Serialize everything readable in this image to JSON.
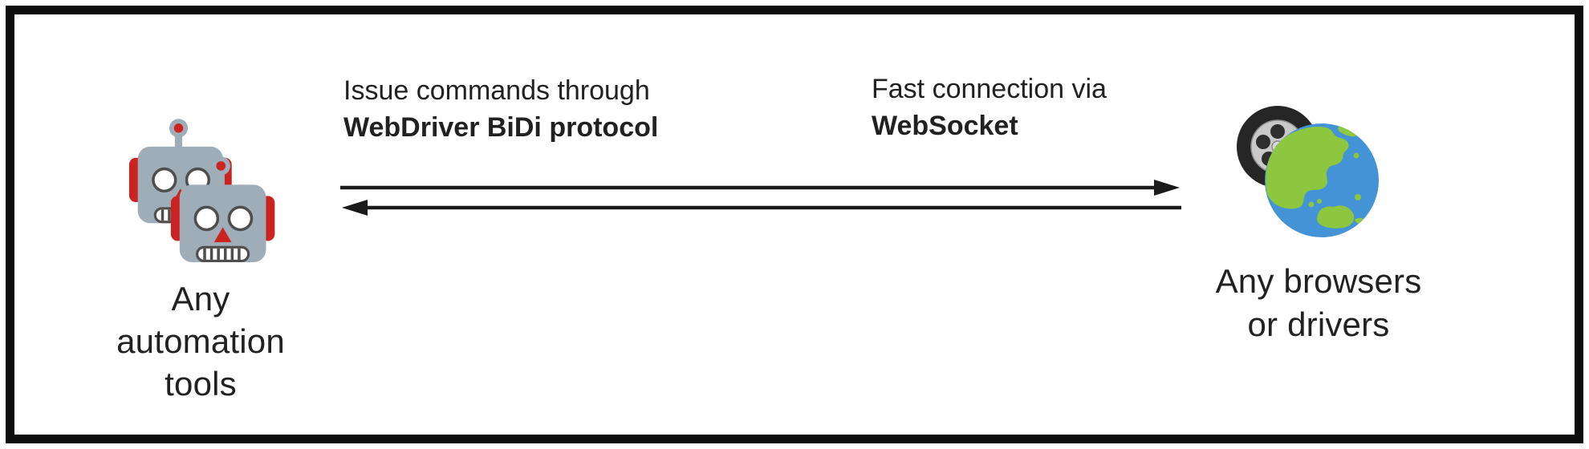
{
  "diagram": {
    "left_node": {
      "label": "Any automation tools",
      "icon": "robots"
    },
    "right_node": {
      "label": "Any browsers or drivers",
      "icon": "wheel-globe"
    },
    "connection": {
      "annotations": [
        {
          "line1": "Issue commands through",
          "line2": "WebDriver BiDi protocol"
        },
        {
          "line1": "Fast connection via",
          "line2": "WebSocket"
        }
      ],
      "arrows": [
        {
          "direction": "left-to-right"
        },
        {
          "direction": "right-to-left"
        }
      ]
    },
    "colors": {
      "frame_border": "#0d0d0d",
      "text": "#212121",
      "arrow": "#1a1a1a",
      "robot_gray": "#9fadb9",
      "robot_red": "#cb2420",
      "robot_outline": "#4e4e4e",
      "globe_blue": "#4493d6",
      "globe_green": "#8dc63f",
      "tire_black": "#262626",
      "alloy_gray": "#c9c9c9"
    }
  }
}
